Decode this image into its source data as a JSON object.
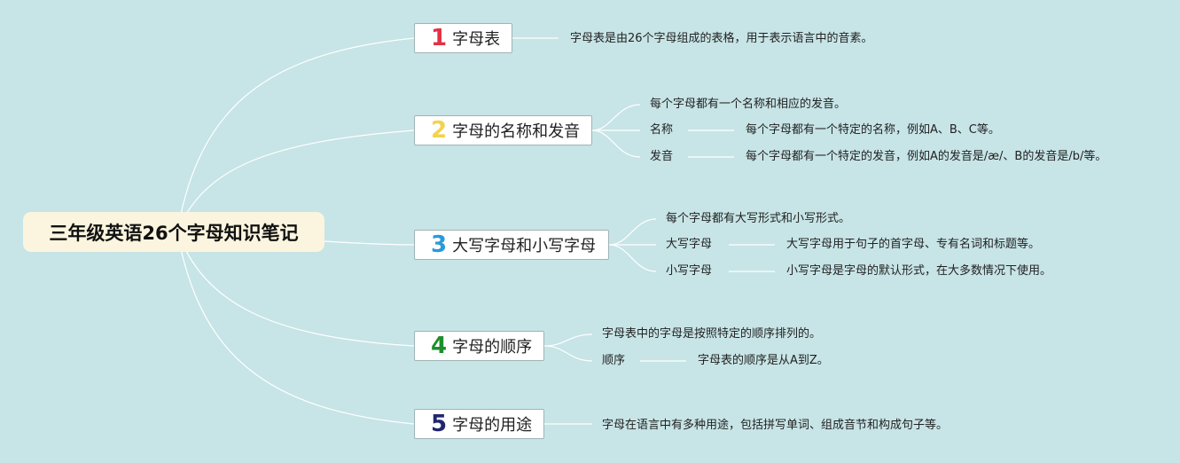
{
  "root": {
    "title": "三年级英语26个字母知识笔记"
  },
  "topics": [
    {
      "num": "1",
      "num_color": "#e23246",
      "label": "字母表"
    },
    {
      "num": "2",
      "num_color": "#f2d34e",
      "label": "字母的名称和发音"
    },
    {
      "num": "3",
      "num_color": "#2a9ad8",
      "label": "大写字母和小写字母"
    },
    {
      "num": "4",
      "num_color": "#1e8f2c",
      "label": "字母的顺序"
    },
    {
      "num": "5",
      "num_color": "#1f2670",
      "label": "字母的用途"
    }
  ],
  "notes": {
    "t1": {
      "desc": "字母表是由26个字母组成的表格，用于表示语言中的音素。"
    },
    "t2": {
      "intro": "每个字母都有一个名称和相应的发音。",
      "name_label": "名称",
      "name_desc": "每个字母都有一个特定的名称，例如A、B、C等。",
      "sound_label": "发音",
      "sound_desc": "每个字母都有一个特定的发音，例如A的发音是/æ/、B的发音是/b/等。"
    },
    "t3": {
      "intro": "每个字母都有大写形式和小写形式。",
      "upper_label": "大写字母",
      "upper_desc": "大写字母用于句子的首字母、专有名词和标题等。",
      "lower_label": "小写字母",
      "lower_desc": "小写字母是字母的默认形式，在大多数情况下使用。"
    },
    "t4": {
      "intro": "字母表中的字母是按照特定的顺序排列的。",
      "order_label": "顺序",
      "order_desc": "字母表的顺序是从A到Z。"
    },
    "t5": {
      "desc": "字母在语言中有多种用途，包括拼写单词、组成音节和构成句子等。"
    }
  }
}
